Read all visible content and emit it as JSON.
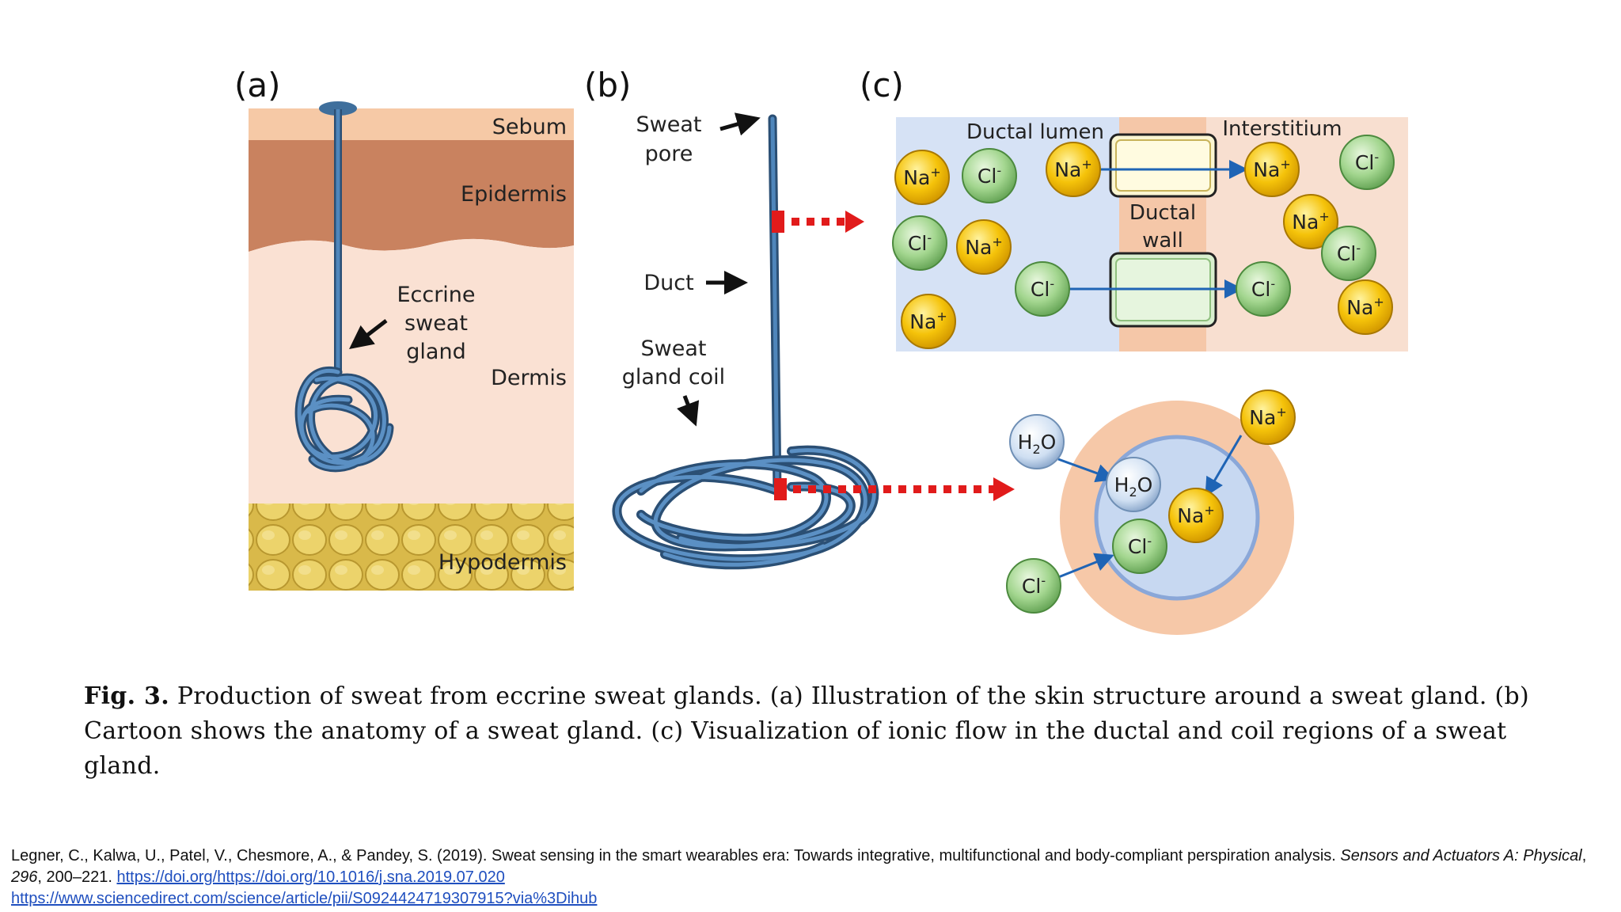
{
  "panels": {
    "a": {
      "label": "(a)",
      "layers": {
        "sebum": "Sebum",
        "epidermis": "Epidermis",
        "dermis": "Dermis",
        "hypodermis": "Hypodermis"
      },
      "gland_label": [
        "Eccrine",
        "sweat",
        "gland"
      ]
    },
    "b": {
      "label": "(b)",
      "pore_label": [
        "Sweat",
        "pore"
      ],
      "duct_label": "Duct",
      "coil_label": [
        "Sweat",
        "gland coil"
      ]
    },
    "c": {
      "label": "(c)",
      "lumen_label": "Ductal lumen",
      "interstitium_label": "Interstitium",
      "wall_label": [
        "Ductal",
        "wall"
      ],
      "ions": {
        "na": "Na",
        "na_sup": "+",
        "cl": "Cl",
        "cl_sup": "-",
        "h2o_h": "H",
        "h2o_sub": "2",
        "h2o_o": "O"
      }
    }
  },
  "caption": {
    "prefix": "Fig. 3.",
    "text": " Production of sweat from eccrine sweat glands. (a) Illustration of the skin structure around a sweat gland. (b) Cartoon shows the anatomy of a sweat gland. (c)  Visualization of ionic flow in the ductal and coil regions of a sweat gland."
  },
  "reference": {
    "text": "Legner, C., Kalwa, U., Patel, V., Chesmore, A., & Pandey, S. (2019). Sweat sensing in the smart wearables era: Towards integrative, multifunctional and body-compliant perspiration analysis. ",
    "journal": "Sensors and Actuators A: Physical",
    "volume": "296",
    "pages": ", 200–221. ",
    "doi": "https://doi.org/https://doi.org/10.1016/j.sna.2019.07.020",
    "url": "https://www.sciencedirect.com/science/article/pii/S0924424719307915?via%3Dihub"
  },
  "colors": {
    "sebum": "#f6c9a6",
    "epidermis": "#c9825f",
    "dermis": "#fae1d3",
    "gland": "#3f6f9c",
    "na": "#f5c30a",
    "cl": "#9fd38c",
    "lumen": "#d6e2f5",
    "interstitium": "#f8dfd0",
    "arrow_red": "#e11b1b"
  }
}
